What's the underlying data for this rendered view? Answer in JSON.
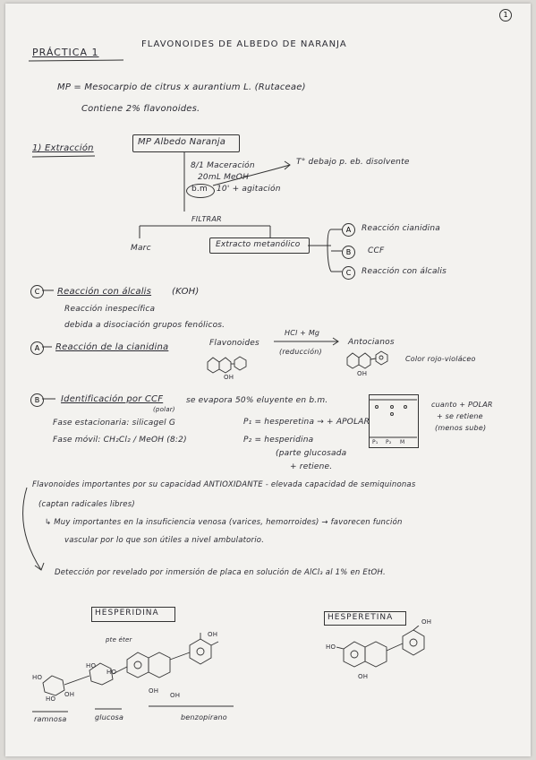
{
  "page_number": "1",
  "header": {
    "practice": "PRÁCTICA 1",
    "title": "FLAVONOIDES DE ALBEDO DE NARANJA"
  },
  "intro": {
    "line1": "MP = Mesocarpio de citrus x aurantium L. (Rutaceae)",
    "line2": "Contiene 2% flavonoides."
  },
  "extraction": {
    "heading": "1) Extracción",
    "mp_box": "MP Albedo Naranja",
    "maceration": "8/1 Maceración",
    "meoh": "20mL MeOH",
    "bm": "b.m",
    "agitation": "10' + agitación",
    "arrow_note": "T° debajo p. eb. disolvente",
    "filter": "FILTRAR",
    "marc": "Marc",
    "extract_box": "Extracto metanólico",
    "options": [
      {
        "letter": "A",
        "text": "Reacción cianidina"
      },
      {
        "letter": "B",
        "text": "CCF"
      },
      {
        "letter": "C",
        "text": "Reacción con álcalis"
      }
    ]
  },
  "reaction_c": {
    "letter": "C",
    "heading": "Reacción con álcalis",
    "reagent": "(KOH)",
    "line1": "Reacción inespecífica",
    "line2": "debida a disociación grupos fenólicos."
  },
  "reaction_a": {
    "letter": "A",
    "heading": "Reacción de la cianidina",
    "flavonoides": "Flavonoides",
    "reagent_top": "HCl + Mg",
    "reagent_bottom": "(reducción)",
    "product": "Antocianos",
    "color": "Color rojo-violáceo",
    "oh1": "OH",
    "oh2": "OH"
  },
  "ccf": {
    "letter": "B",
    "heading": "Identificación por CCF",
    "polar": "(polar)",
    "desc": "se evapora 50% eluyente en b.m.",
    "stationary": "Fase estacionaria: silicagel G",
    "mobile": "Fase móvil: CH₂Cl₂ / MeOH (8:2)",
    "p1": "P₁ = hesperetina → + APOLAR",
    "p2": "P₂ = hesperidina",
    "p2_note1": "(parte glucosada",
    "p2_note2": "+ retiene.",
    "right_note1": "cuanto + POLAR",
    "right_note2": "+ se retiene",
    "right_note3": "(menos sube)",
    "plate_labels": [
      "P₁",
      "P₂",
      "M"
    ]
  },
  "importance": {
    "line1": "Flavonoides importantes por su capacidad ANTIOXIDANTE - elevada capacidad de semiquinonas",
    "line2": "(captan radicales libres)",
    "line3": "↳ Muy importantes en la insuficiencia venosa (varices, hemorroides) → favorecen función",
    "line4": "vascular por lo que son útiles a nivel ambulatorio.",
    "detection": "Detección por revelado por inmersión de placa en solución de AlCl₃ al 1% en EtOH."
  },
  "hesperidina": {
    "title": "HESPERIDINA",
    "pte_eter": "pte éter",
    "labels": [
      "HO",
      "HO",
      "HO",
      "OH",
      "OH",
      "HO",
      "OH",
      "OH"
    ],
    "parts": [
      "ramnosa",
      "glucosa",
      "benzopirano"
    ]
  },
  "hesperetina": {
    "title": "HESPERETINA",
    "labels": [
      "HO",
      "OH",
      "OH"
    ]
  }
}
